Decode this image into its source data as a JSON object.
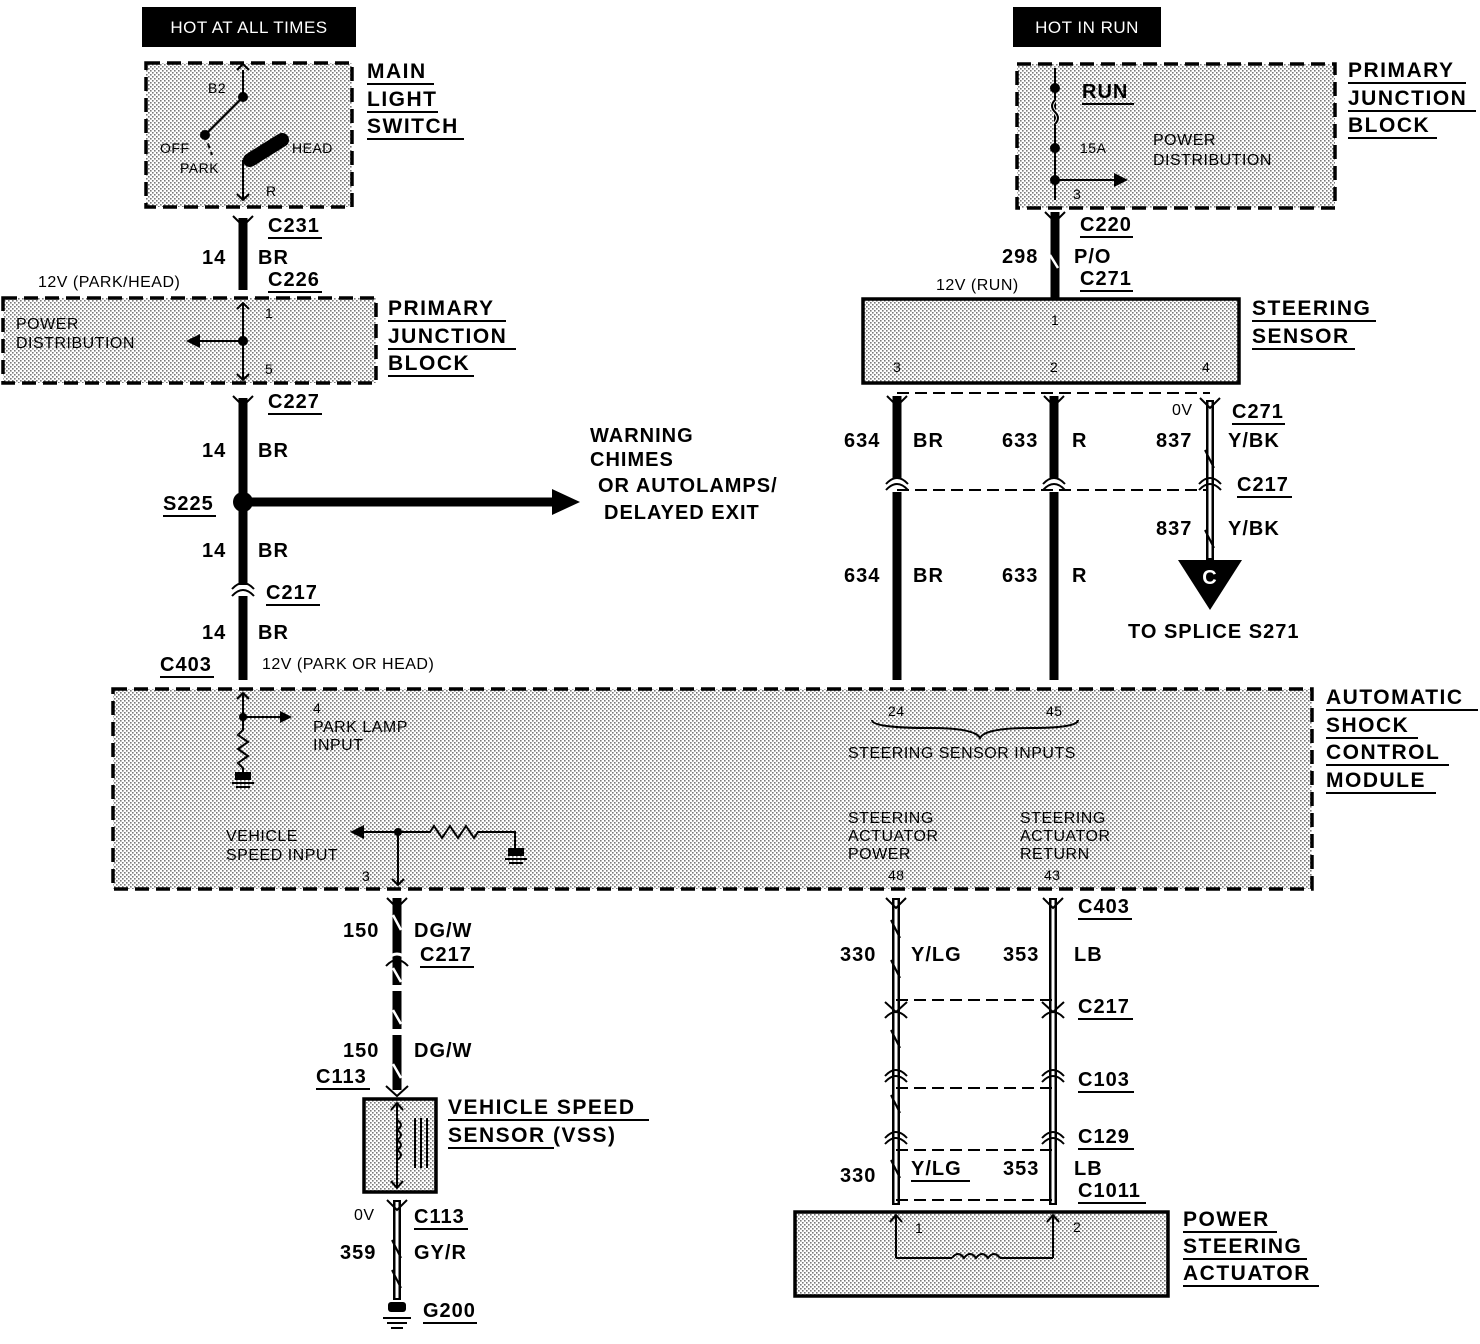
{
  "headers": {
    "left": "HOT AT ALL TIMES",
    "right": "HOT IN RUN"
  },
  "main_light_switch": {
    "title": [
      "MAIN",
      "LIGHT",
      "SWITCH"
    ],
    "b2": "B2",
    "off": "OFF",
    "park": "PARK",
    "head": "HEAD",
    "r": "R"
  },
  "pjb_right": {
    "title": [
      "PRIMARY",
      "JUNCTION",
      "BLOCK"
    ],
    "run": "RUN",
    "fuse": "15A",
    "dist": [
      "POWER",
      "DISTRIBUTION"
    ],
    "pin": "3"
  },
  "pjb_left": {
    "title": [
      "PRIMARY",
      "JUNCTION",
      "BLOCK"
    ],
    "dist": [
      "POWER",
      "DISTRIBUTION"
    ],
    "pin_top": "1",
    "pin_bottom": "5"
  },
  "steering_sensor": {
    "title": [
      "STEERING",
      "SENSOR"
    ],
    "pin1": "1",
    "pin2": "2",
    "pin3": "3",
    "pin4": "4"
  },
  "left_circuit": {
    "c231": "C231",
    "c226": "C226",
    "c227": "C227",
    "c217": "C217",
    "c403": "C403",
    "gauge1": "14",
    "color1": "BR",
    "volt_top": "12V (PARK/HEAD)",
    "gauge2": "14",
    "color2": "BR",
    "splice": "S225",
    "gauge3": "14",
    "color3": "BR",
    "gauge4": "14",
    "color4": "BR",
    "volt_bottom": "12V (PARK OR HEAD)",
    "arrow_text": [
      "WARNING",
      "CHIMES",
      "OR AUTOLAMPS/",
      "DELAYED EXIT"
    ]
  },
  "right_circuit": {
    "c220": "C220",
    "gauge_po": "298",
    "color_po": "P/O",
    "volt_run": "12V (RUN)",
    "c271": "C271",
    "w634": "634",
    "br": "BR",
    "w633": "633",
    "r": "R",
    "zero_v": "0V",
    "c271b": "C271",
    "w837": "837",
    "ybk": "Y/BK",
    "c217": "C217",
    "w837b": "837",
    "ybkb": "Y/BK",
    "w634b": "634",
    "brb": "BR",
    "w633b": "633",
    "rb": "R",
    "connector_c": "C",
    "to_splice": "TO SPLICE S271"
  },
  "asc_module": {
    "title": [
      "AUTOMATIC",
      "SHOCK",
      "CONTROL",
      "MODULE"
    ],
    "pin4": "4",
    "park_lamp": [
      "PARK LAMP",
      "INPUT"
    ],
    "pin24": "24",
    "pin45": "45",
    "steering_inputs": "STEERING SENSOR INPUTS",
    "vehicle_speed": [
      "VEHICLE",
      "SPEED INPUT"
    ],
    "pin3": "3",
    "act_power": [
      "STEERING",
      "ACTUATOR",
      "POWER"
    ],
    "pin48": "48",
    "act_return": [
      "STEERING",
      "ACTUATOR",
      "RETURN"
    ],
    "pin43": "43"
  },
  "vss_circuit": {
    "w150": "150",
    "dgw": "DG/W",
    "c217": "C217",
    "w150b": "150",
    "dgwb": "DG/W",
    "c113": "C113",
    "title": [
      "VEHICLE SPEED",
      "SENSOR (VSS)"
    ],
    "zero_v": "0V",
    "c113b": "C113",
    "w359": "359",
    "gyr": "GY/R",
    "g200": "G200"
  },
  "actuator_circuit": {
    "c403": "C403",
    "w330": "330",
    "ylg": "Y/LG",
    "w353": "353",
    "lb": "LB",
    "c217": "C217",
    "c103": "C103",
    "c129": "C129",
    "w330b": "330",
    "ylgb": "Y/LG",
    "w353b": "353",
    "lbb": "LB",
    "c1011": "C1011",
    "pin1": "1",
    "pin2": "2",
    "title": [
      "POWER",
      "STEERING",
      "ACTUATOR"
    ]
  }
}
